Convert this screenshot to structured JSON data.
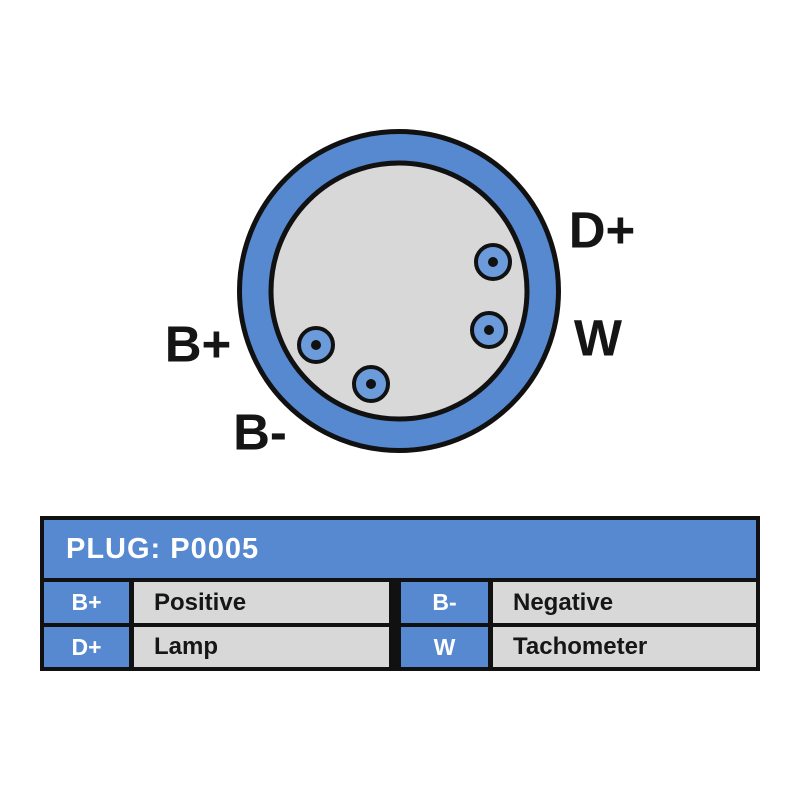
{
  "diagram": {
    "terminal_labels": {
      "d_plus": "D+",
      "w": "W",
      "b_plus": "B+",
      "b_minus": "B-"
    }
  },
  "table": {
    "header": "PLUG: P0005",
    "rows": [
      {
        "cells": [
          {
            "label": "B+",
            "value": "Positive"
          },
          {
            "label": "B-",
            "value": "Negative"
          }
        ]
      },
      {
        "cells": [
          {
            "label": "D+",
            "value": "Lamp"
          },
          {
            "label": "W",
            "value": "Tachometer"
          }
        ]
      }
    ]
  },
  "colors": {
    "blue": "#5789d0",
    "terminal_blue": "#6b9bdb",
    "inner_gray": "#d8d8d8",
    "line_black": "#111111"
  }
}
